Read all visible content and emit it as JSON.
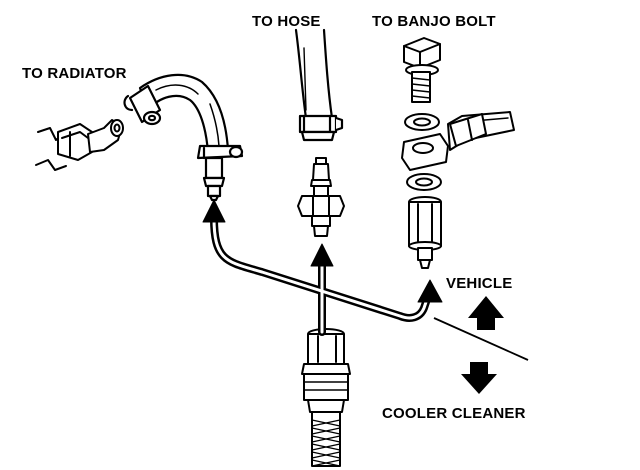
{
  "labels": {
    "to_radiator": "TO RADIATOR",
    "to_hose": "TO HOSE",
    "to_banjo_bolt": "TO BANJO BOLT",
    "vehicle": "VEHICLE",
    "cooler_cleaner": "COOLER CLEANER"
  },
  "colors": {
    "ink": "#000000",
    "paper": "#ffffff"
  }
}
